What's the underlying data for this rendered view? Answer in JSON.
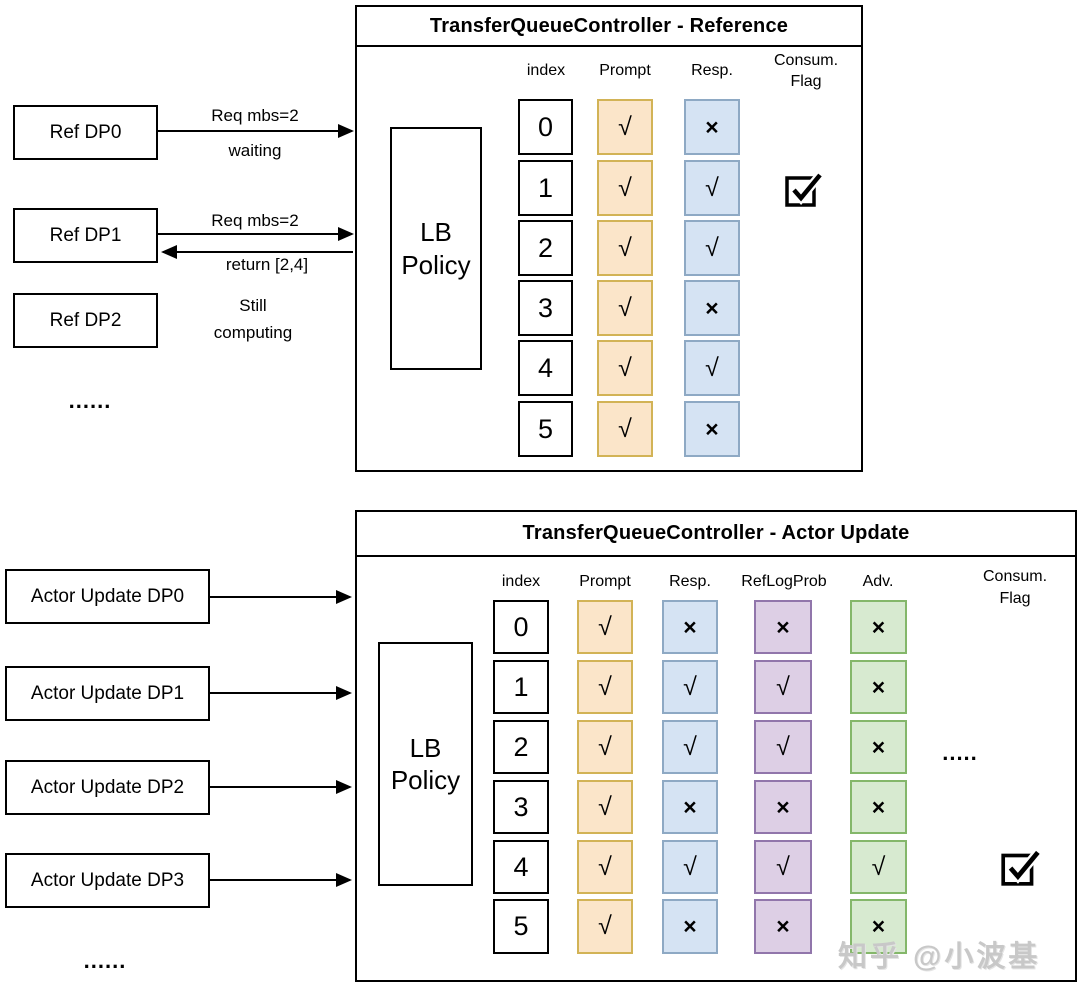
{
  "colors": {
    "prompt_fill": "#fbe5c9",
    "prompt_border": "#d2b356",
    "resp_fill": "#d5e3f3",
    "resp_border": "#8ea9c4",
    "reflogprob_fill": "#ddcfe5",
    "reflogprob_border": "#9176ab",
    "adv_fill": "#d7ead0",
    "adv_border": "#84b76a",
    "line": "#000000"
  },
  "watermark": "知乎 @小波基",
  "top": {
    "title": "TransferQueueController - Reference",
    "headers": {
      "index": "index",
      "prompt": "Prompt",
      "resp": "Resp.",
      "consum_line1": "Consum.",
      "consum_line2": "Flag"
    },
    "lb": {
      "line1": "LB",
      "line2": "Policy"
    },
    "workers": [
      "Ref DP0",
      "Ref DP1",
      "Ref DP2"
    ],
    "ellipsis": "......",
    "labels": {
      "dp0_above": "Req mbs=2",
      "dp0_below": "waiting",
      "dp1_above": "Req mbs=2",
      "dp1_below": "return [2,4]",
      "dp2_line1": "Still",
      "dp2_line2": "computing"
    },
    "index": [
      "0",
      "1",
      "2",
      "3",
      "4",
      "5"
    ],
    "prompt": [
      "√",
      "√",
      "√",
      "√",
      "√",
      "√"
    ],
    "resp": [
      "×",
      "√",
      "√",
      "×",
      "√",
      "×"
    ]
  },
  "bottom": {
    "title": "TransferQueueController - Actor Update",
    "headers": {
      "index": "index",
      "prompt": "Prompt",
      "resp": "Resp.",
      "reflogprob": "RefLogProb",
      "adv": "Adv.",
      "consum_line1": "Consum.",
      "consum_line2": "Flag"
    },
    "lb": {
      "line1": "LB",
      "line2": "Policy"
    },
    "workers": [
      "Actor Update DP0",
      "Actor Update DP1",
      "Actor Update DP2",
      "Actor Update DP3"
    ],
    "ellipsis": "......",
    "table_ellipsis": ".....",
    "index": [
      "0",
      "1",
      "2",
      "3",
      "4",
      "5"
    ],
    "prompt": [
      "√",
      "√",
      "√",
      "√",
      "√",
      "√"
    ],
    "resp": [
      "×",
      "√",
      "√",
      "×",
      "√",
      "×"
    ],
    "reflogprob": [
      "×",
      "√",
      "√",
      "×",
      "√",
      "×"
    ],
    "adv": [
      "×",
      "×",
      "×",
      "×",
      "√",
      "×"
    ]
  }
}
